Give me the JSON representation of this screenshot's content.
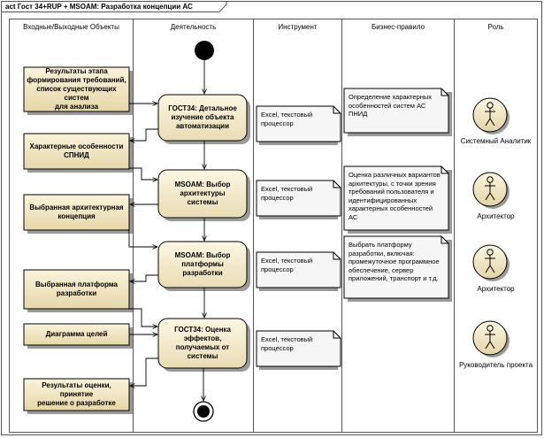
{
  "frame": {
    "title": "act Гост 34+RUP + MSOAM: Разработка концепции АС"
  },
  "lanes": [
    {
      "id": "objects",
      "title": "Входные/Выходные Объекты"
    },
    {
      "id": "activity",
      "title": "Деятельность"
    },
    {
      "id": "tools",
      "title": "Инструмент"
    },
    {
      "id": "rules",
      "title": "Бизнес-правило"
    },
    {
      "id": "roles",
      "title": "Роль"
    }
  ],
  "objects": [
    {
      "id": "o1",
      "label": "Результаты этапа\nформирования требований,\nсписок существующих систем\nдля анализа"
    },
    {
      "id": "o2",
      "label": "Характерные особенности\nСПНИД"
    },
    {
      "id": "o3",
      "label": "Выбранная архитектурная\nконцепция"
    },
    {
      "id": "o4",
      "label": "Выбранная платформа\nразработки"
    },
    {
      "id": "o5",
      "label": "Диаграмма целей"
    },
    {
      "id": "o6",
      "label": "Результаты оценки, принятие\nрешение о разработке"
    }
  ],
  "actions": [
    {
      "id": "a1",
      "label": "ГОСТ34: Детальное\nизучение объекта\nавтоматизации"
    },
    {
      "id": "a2",
      "label": "MSOAM: Выбор\nархитектуры системы"
    },
    {
      "id": "a3",
      "label": "MSOAM: Выбор\nплатформы разработки"
    },
    {
      "id": "a4",
      "label": "ГОСТ34:  Оценка\nэффектов, получаемых от\nсистемы"
    }
  ],
  "tools": [
    {
      "id": "t1",
      "label": "Excel, текстовый\nпроцессор"
    },
    {
      "id": "t2",
      "label": "Excel, текстовый\nпроцессор"
    },
    {
      "id": "t3",
      "label": "Excel, текстовый\nпроцессор"
    },
    {
      "id": "t4",
      "label": "Excel, текстовый\nпроцессор"
    }
  ],
  "rules": [
    {
      "id": "r1",
      "label": "Определение характерных\nособенностей систем АС\nПНИД"
    },
    {
      "id": "r2",
      "label": "Оценка различных вариантов\nархитектуры, с точки зрения\nтребований пользователя и\nидентифицированных\nхарактерных особенностей\nАС"
    },
    {
      "id": "r3",
      "label": "Выбрать платформу\nразработки, включая:\nпромежуточное программное\nобеспечение, сервер\nприложений, транспорт и т.д."
    }
  ],
  "roles": [
    {
      "id": "role1",
      "label": "Системный Аналитик"
    },
    {
      "id": "role2",
      "label": "Архитектор"
    },
    {
      "id": "role3",
      "label": "Архитектор"
    },
    {
      "id": "role4",
      "label": "Руководитель проекта"
    }
  ],
  "colors": {
    "object_fill_top": "#fbf3dc",
    "object_fill_bottom": "#e6d7a8",
    "action_fill_top": "#fdf7e3",
    "action_fill_bottom": "#e9dcb4",
    "note_fill": "#f6f6f6",
    "line": "#000000",
    "lane_border": "#555555",
    "shadow": "#9a9a9a"
  }
}
